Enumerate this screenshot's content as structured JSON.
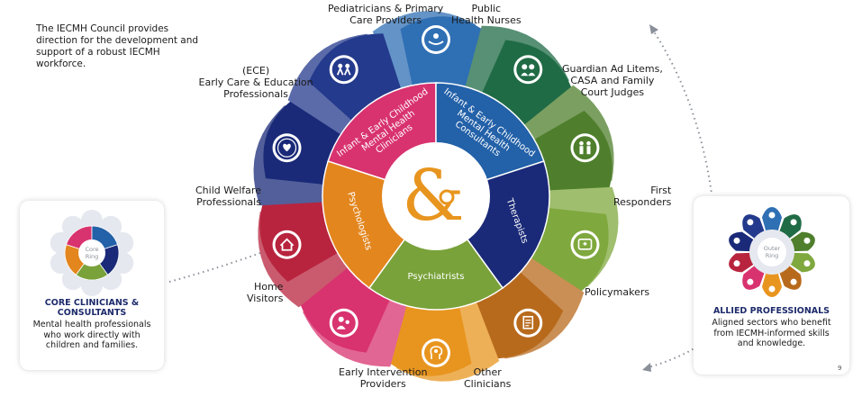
{
  "intro_text": "The IECMH Council provides direction for the development and support of a robust IECMH workforce.",
  "center_logo": "ampersand-child-logo",
  "core_ring": [
    {
      "label": "Infant & Early Childhood Mental Health Clinicians",
      "color": "#d8336f"
    },
    {
      "label": "Infant & Early Childhood Mental Health Consultants",
      "color": "#2361a8"
    },
    {
      "label": "Therapists",
      "color": "#1a2a78"
    },
    {
      "label": "Psychiatrists",
      "color": "#79a23a"
    },
    {
      "label": "Psychologists",
      "color": "#e3861e"
    }
  ],
  "outer_ring": [
    {
      "label_lines": [
        "Pediatricians & Primary",
        "Care Providers"
      ],
      "color": "#2f6fb4",
      "icon": "caring-hands-icon"
    },
    {
      "label_lines": [
        "Public",
        "Health Nurses"
      ],
      "color": "#1f6b45",
      "icon": "nurses-icon"
    },
    {
      "label_lines": [
        "Guardian Ad Litems,",
        "CASA and Family",
        "Court Judges"
      ],
      "color": "#4f7f2c",
      "icon": "family-icon"
    },
    {
      "label_lines": [
        "First",
        "Responders"
      ],
      "color": "#7fa83e",
      "icon": "emergency-phone-icon"
    },
    {
      "label_lines": [
        "Policymakers"
      ],
      "color": "#b86a1c",
      "icon": "document-icon"
    },
    {
      "label_lines": [
        "Other",
        "Clinicians"
      ],
      "color": "#e8951f",
      "icon": "head-gear-icon"
    },
    {
      "label_lines": [
        "Early Intervention",
        "Providers"
      ],
      "color": "#d8336f",
      "icon": "parent-child-icon"
    },
    {
      "label_lines": [
        "Home",
        "Visitors"
      ],
      "color": "#b8243e",
      "icon": "home-icon"
    },
    {
      "label_lines": [
        "Child Welfare",
        "Professionals"
      ],
      "color": "#1a2a78",
      "icon": "heart-hands-icon"
    },
    {
      "label_lines": [
        "(ECE)",
        "Early Care & Education",
        "Professionals"
      ],
      "color": "#243a8c",
      "icon": "children-icon"
    }
  ],
  "left_panel": {
    "mini_label_lines": [
      "Core",
      "Ring"
    ],
    "title_lines": [
      "CORE CLINICIANS &",
      "CONSULTANTS"
    ],
    "desc_lines": [
      "Mental health professionals",
      "who work directly with",
      "children and families."
    ]
  },
  "right_panel": {
    "mini_label_lines": [
      "Outer",
      "Ring"
    ],
    "title_lines": [
      "ALLIED PROFESSIONALS"
    ],
    "desc_lines": [
      "Aligned sectors who benefit",
      "from IECMH-informed skills",
      "and knowledge."
    ]
  },
  "page_number": "9"
}
